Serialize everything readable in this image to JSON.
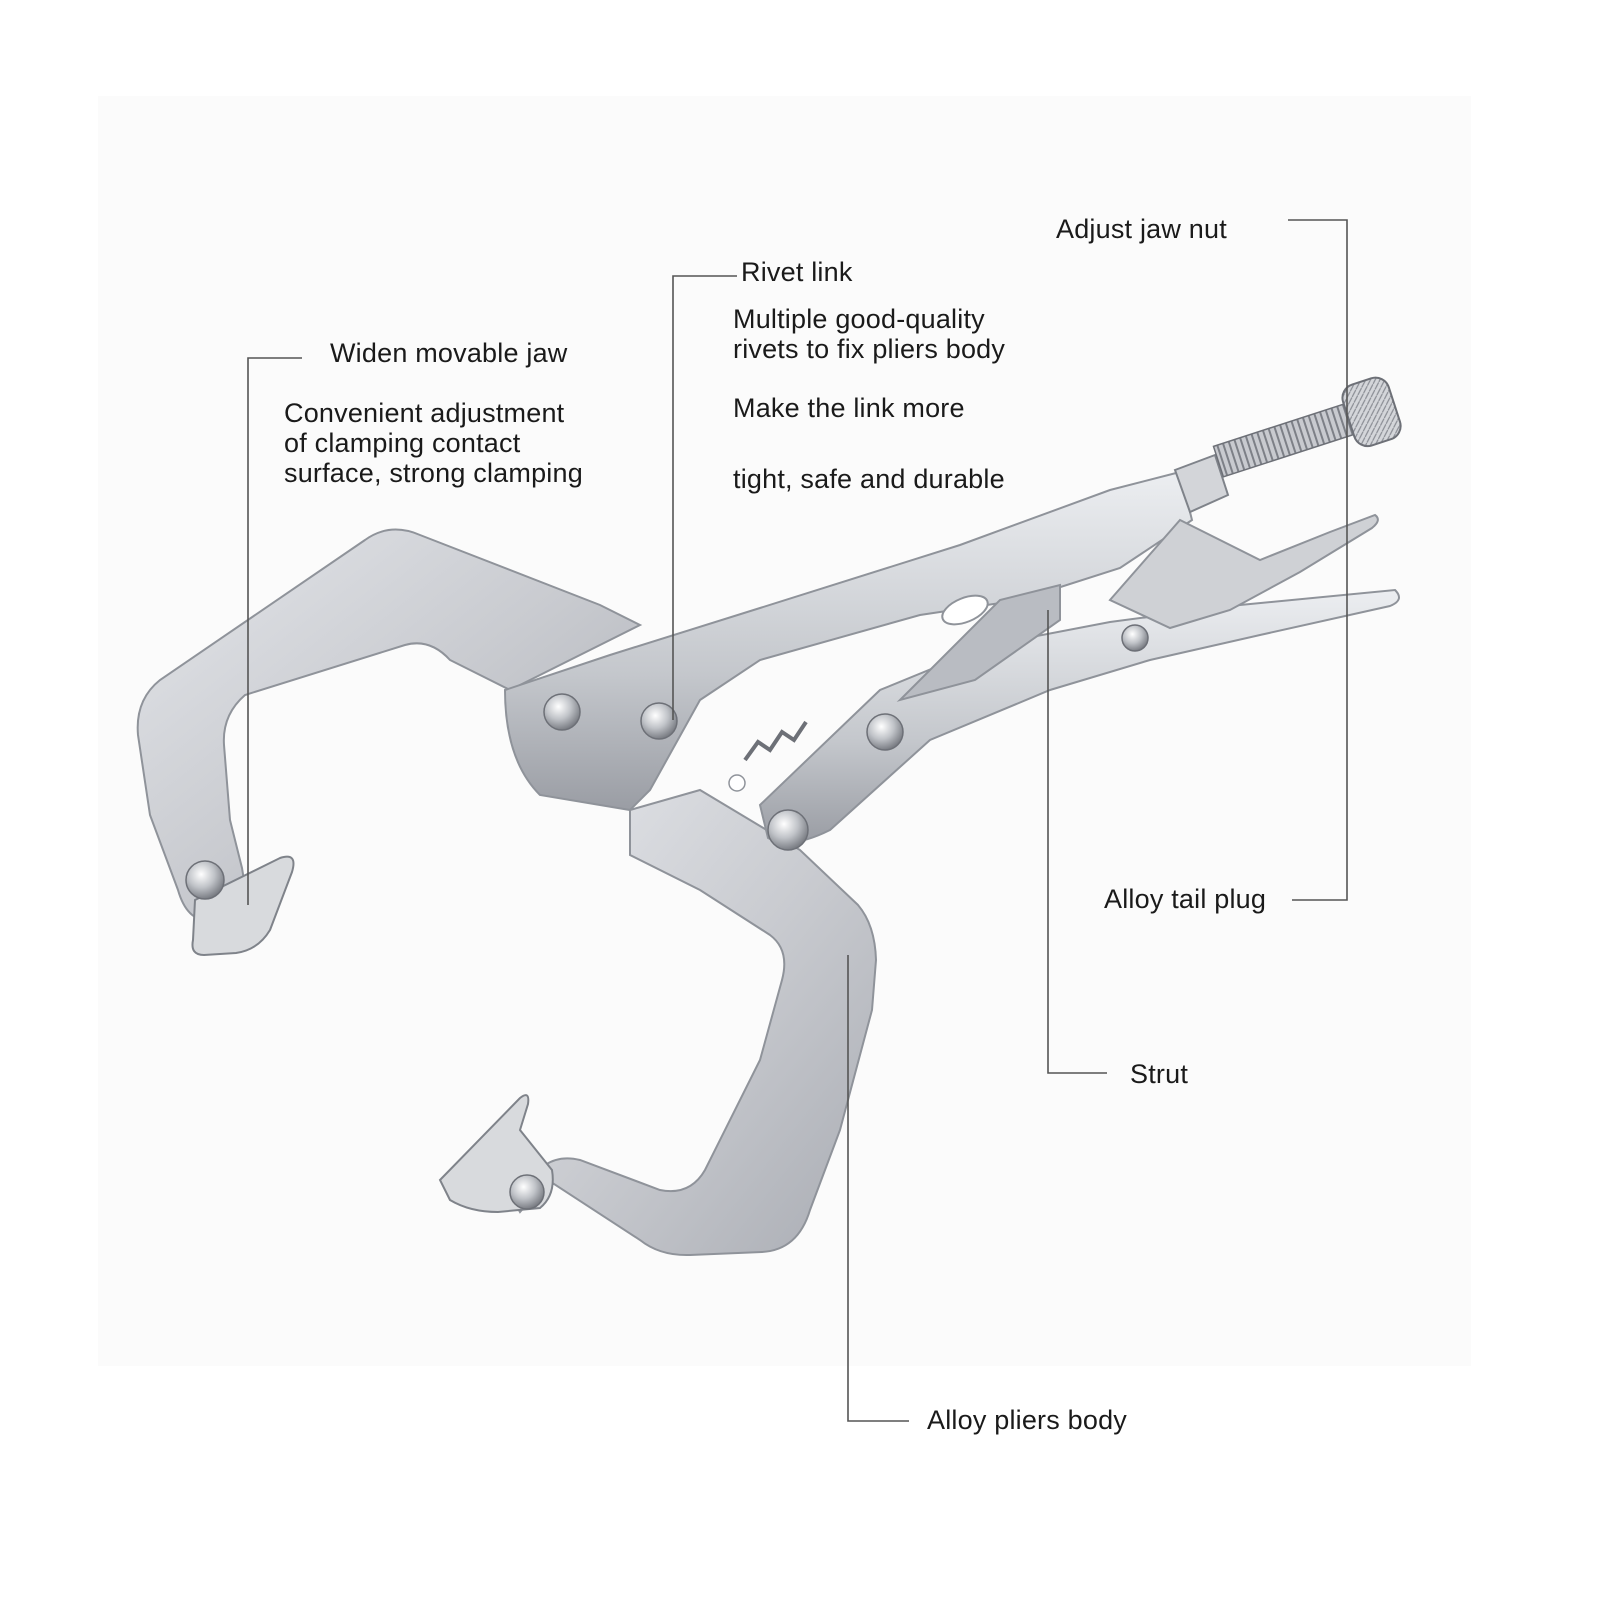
{
  "callouts": {
    "adjust_jaw_nut": {
      "title": "Adjust jaw nut"
    },
    "rivet_link": {
      "title": "Rivet link",
      "desc1": "Multiple good-quality\nrivets to fix pliers body",
      "desc2": "Make the link more",
      "desc3": "tight, safe and durable"
    },
    "widen_movable_jaw": {
      "title": "Widen movable jaw",
      "desc": "Convenient adjustment\nof clamping contact\nsurface, strong clamping"
    },
    "alloy_tail_plug": {
      "title": "Alloy tail plug"
    },
    "strut": {
      "title": "Strut"
    },
    "alloy_pliers_body": {
      "title": "Alloy pliers body"
    }
  },
  "colors": {
    "metal": "#c9cbd0",
    "metal_dark": "#9ea1a8",
    "leader_line": "#555555",
    "text": "#1a1a1a"
  }
}
